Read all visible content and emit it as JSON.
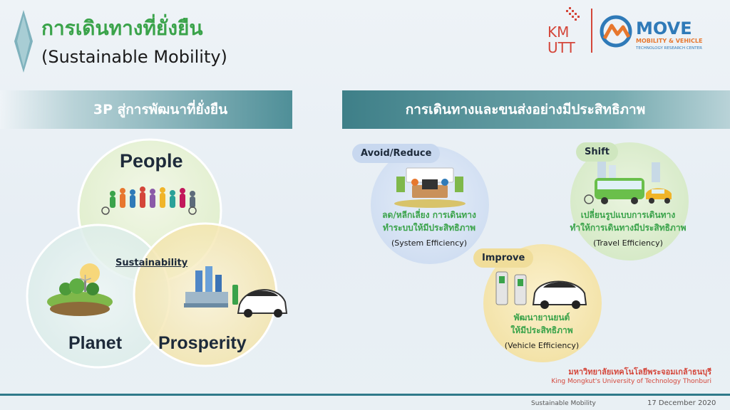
{
  "title": {
    "thai": "การเดินทางที่ยั่งยืน",
    "english": "(Sustainable Mobility)"
  },
  "logos": {
    "kmutt_line1": "KM",
    "kmutt_line2": "UTT",
    "move_name": "MOVE",
    "move_sub1": "MOBILITY & VEHICLE",
    "move_sub2": "TECHNOLOGY RESEARCH CENTER"
  },
  "banners": {
    "left": "3P สู่การพัฒนาที่ยั่งยืน",
    "right": "การเดินทางและขนส่งอย่างมีประสิทธิภาพ"
  },
  "venn": {
    "people": "People",
    "planet": "Planet",
    "prosperity": "Prosperity",
    "center": "Sustainability"
  },
  "strategies": {
    "avoid": {
      "tag": "Avoid/Reduce",
      "line1": "ลด/หลีกเลี่ยง การเดินทาง",
      "line2": "ทำระบบให้มีประสิทธิภาพ",
      "efficiency": "(System Efficiency)"
    },
    "shift": {
      "tag": "Shift",
      "line1": "เปลี่ยนรูปแบบการเดินทาง",
      "line2": "ทำให้การเดินทางมีประสิทธิภาพ",
      "efficiency": "(Travel Efficiency)"
    },
    "improve": {
      "tag": "Improve",
      "line1": "พัฒนายานยนต์",
      "line2": "ให้มีประสิทธิภาพ",
      "efficiency": "(Vehicle Efficiency)"
    }
  },
  "university": {
    "thai": "มหาวิทยาลัยเทคโนโลยีพระจอมเกล้าธนบุรี",
    "english": "King Mongkut's University of Technology Thonburi"
  },
  "footer": {
    "left": "Sustainable Mobility",
    "date": "17 December 2020"
  },
  "colors": {
    "accent_green": "#3aa34a",
    "banner_teal": "#4f8f98",
    "brand_red": "#d4463a",
    "move_blue": "#2f7ab8"
  }
}
